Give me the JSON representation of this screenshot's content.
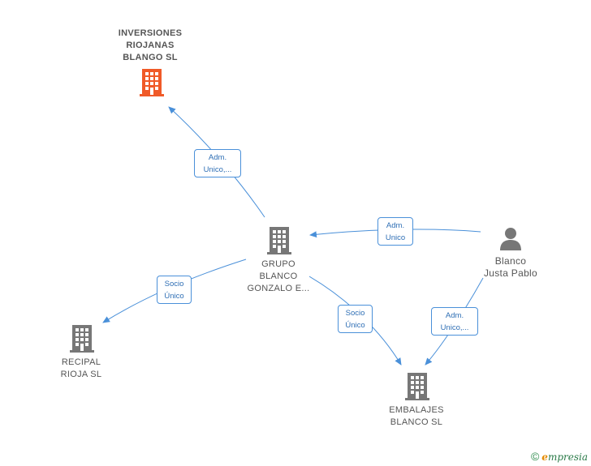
{
  "nodes": {
    "inversiones": {
      "label": "INVERSIONES\nRIOJANAS\nBLANGO  SL",
      "type": "company",
      "highlighted": true
    },
    "grupo": {
      "label": "GRUPO\nBLANCO\nGONZALO E...",
      "type": "company"
    },
    "recipal": {
      "label": "RECIPAL\nRIOJA  SL",
      "type": "company"
    },
    "embalajes": {
      "label": "EMBALAJES\nBLANCO SL",
      "type": "company"
    },
    "blanco_justa": {
      "label": "Blanco\nJusta Pablo",
      "type": "person"
    }
  },
  "edges": {
    "grupo_inversiones": {
      "label": "Adm.\nUnico,...",
      "from": "grupo",
      "to": "inversiones"
    },
    "blanco_grupo": {
      "label": "Adm.\nUnico",
      "from": "blanco_justa",
      "to": "grupo"
    },
    "grupo_recipal": {
      "label": "Socio\nÚnico",
      "from": "grupo",
      "to": "recipal"
    },
    "grupo_embalajes": {
      "label": "Socio\nÚnico",
      "from": "grupo",
      "to": "embalajes"
    },
    "blanco_embalajes": {
      "label": "Adm.\nUnico,...",
      "from": "blanco_justa",
      "to": "embalajes"
    }
  },
  "colors": {
    "edge": "#4a90d9",
    "company_icon": "#777777",
    "highlight_icon": "#f05a28",
    "person_icon": "#777777"
  },
  "footer": {
    "copyright": "©",
    "brand_e": "e",
    "brand_rest": "mpresia"
  }
}
